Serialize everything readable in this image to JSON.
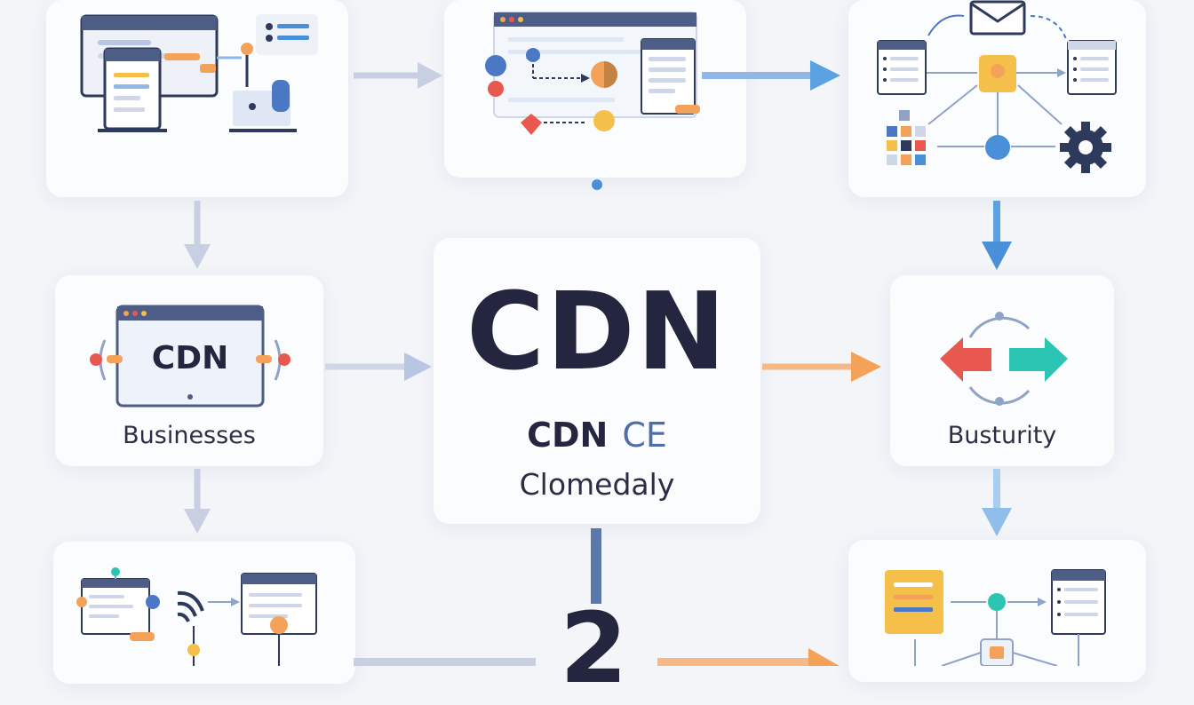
{
  "center": {
    "title": "CDN",
    "subtitle": "CDN",
    "subtitle_mark": "CE",
    "caption": "Clomedaly"
  },
  "left_middle": {
    "screen_text": "CDN",
    "label": "Businesses"
  },
  "right_middle": {
    "label": "Busturity"
  },
  "bottom_center_number": "2",
  "colors": {
    "navy": "#2e3a5c",
    "blue": "#4a90d9",
    "orange": "#f4a25a",
    "red": "#e8584f",
    "teal": "#2cc5b4",
    "yellow": "#f5c04a"
  },
  "icons": [
    "envelope-icon",
    "gear-icon",
    "document-icon",
    "sync-arrows-icon",
    "wifi-icon",
    "monitor-icon"
  ]
}
